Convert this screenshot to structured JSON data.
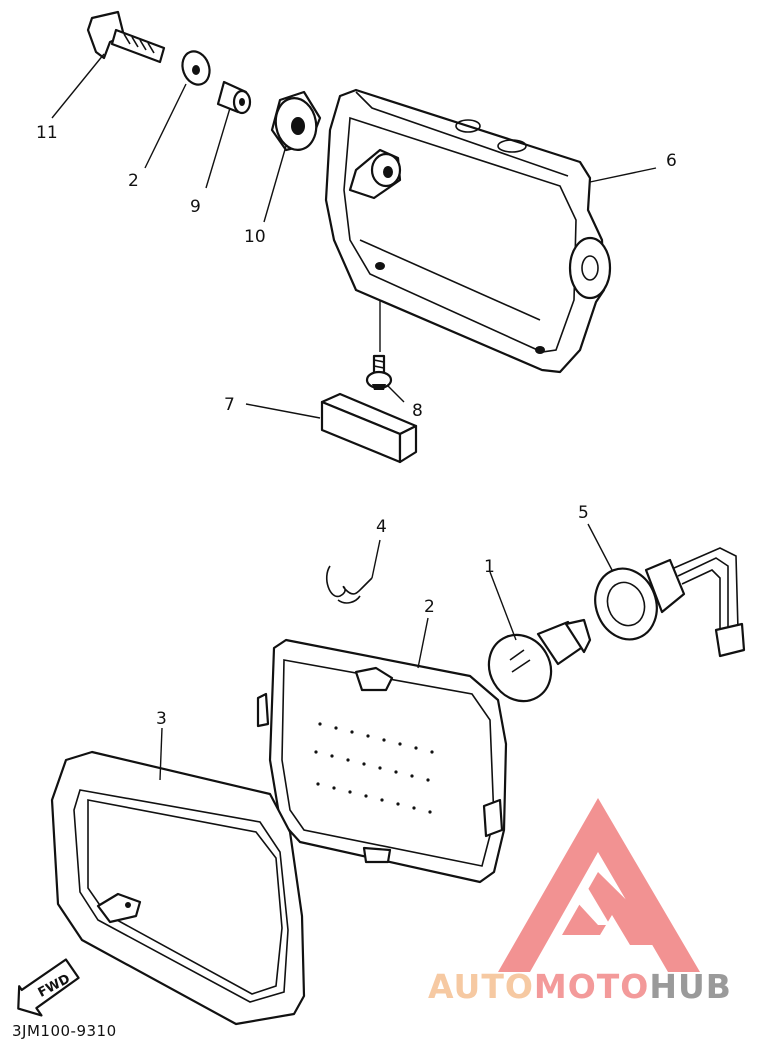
{
  "diagram": {
    "callouts": {
      "c1": "1",
      "c2": "2",
      "c3": "3",
      "c4": "4",
      "c5": "5",
      "c6": "6",
      "c7": "7",
      "c8": "8",
      "c9": "9",
      "c10": "10",
      "c11": "11",
      "c12": "2"
    },
    "fwd_label": "FWD",
    "part_code": "3JM100-9310"
  },
  "watermark": {
    "auto": "AUTO",
    "moto": "MOTO",
    "hub": "HUB",
    "colors": {
      "auto": "#f6c9a2",
      "moto": "#f39a9a",
      "hub": "#9a9a9a",
      "logo": "#f08080"
    }
  }
}
